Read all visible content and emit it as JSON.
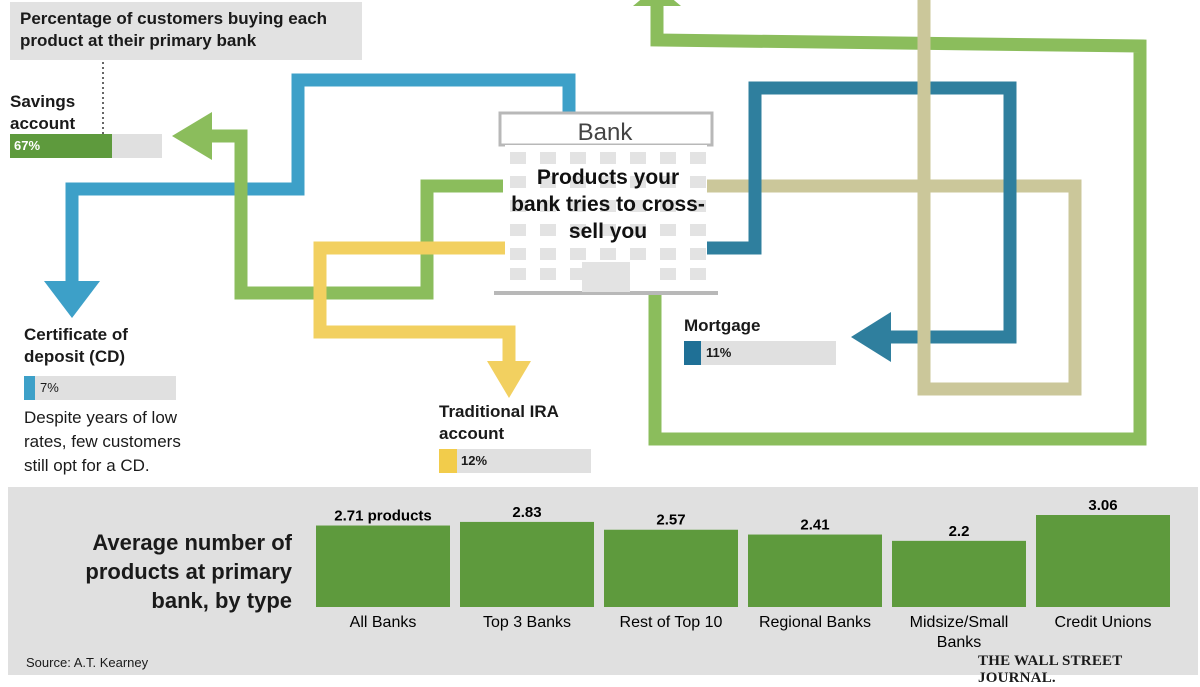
{
  "header": {
    "title": "Percentage of customers buying each product at their primary bank"
  },
  "center": {
    "building_label": "Bank",
    "text": "Products your bank tries to cross-sell you"
  },
  "products": [
    {
      "name": "Savings account",
      "percent_label": "67%",
      "value": 67,
      "color": "#5e9a3d"
    },
    {
      "name": "Certificate of deposit (CD)",
      "percent_label": "7%",
      "value": 7,
      "color": "#3da0c8"
    },
    {
      "name": "Traditional IRA account",
      "percent_label": "12%",
      "value": 12,
      "color": "#f2cc4b"
    },
    {
      "name": "Mortgage",
      "percent_label": "11%",
      "value": 11,
      "color": "#1f7096"
    }
  ],
  "cd_note": "Despite years of low rates, few customers still opt for a CD.",
  "colors": {
    "green": "#8bbd5c",
    "blue": "#3d9fc6",
    "teal": "#2f7f9e",
    "yellow": "#f2d060",
    "khaki": "#cbc79a",
    "bar_green": "#5e9a3d",
    "panel": "#e0e0e0"
  },
  "chart_data": {
    "type": "bar",
    "title": "Average number of products at primary bank, by type",
    "categories": [
      "All Banks",
      "Top 3 Banks",
      "Rest of Top 10",
      "Regional Banks",
      "Midsize/Small Banks",
      "Credit Unions"
    ],
    "values": [
      2.71,
      2.83,
      2.57,
      2.41,
      2.2,
      3.06
    ],
    "value_labels": [
      "2.71 products",
      "2.83",
      "2.57",
      "2.41",
      "2.2",
      "3.06"
    ],
    "xlabel": "",
    "ylabel": "",
    "ylim": [
      0,
      3.06
    ],
    "grid": false,
    "legend": "none"
  },
  "footer": {
    "source": "Source: A.T. Kearney",
    "publisher": "THE WALL STREET JOURNAL."
  }
}
